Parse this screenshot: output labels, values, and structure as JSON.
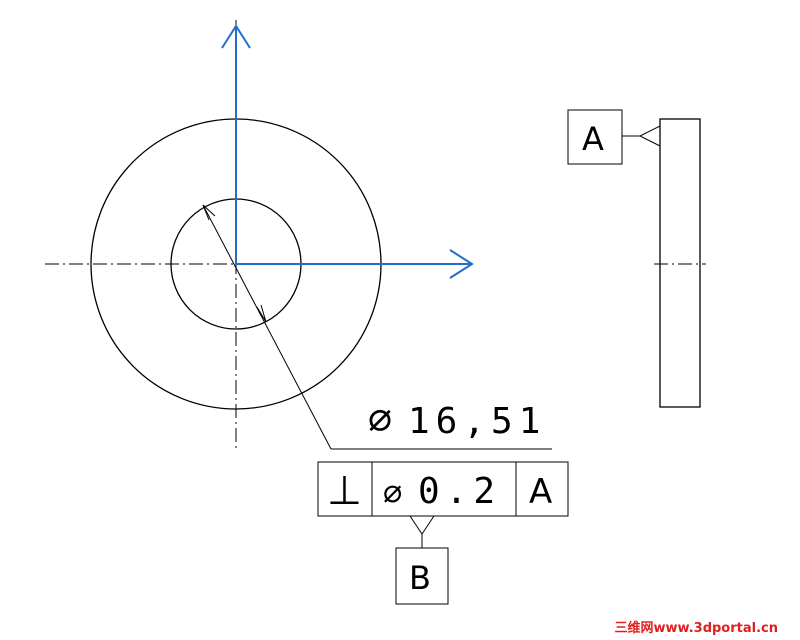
{
  "drawing": {
    "diameter_dimension": {
      "symbol": "⌀",
      "value": "16,51"
    },
    "feature_control_frame": {
      "characteristic_symbol": "⊥",
      "tolerance_symbol": "⌀",
      "tolerance_value": "0.2",
      "datum_reference": "A"
    },
    "datum_labels": {
      "side_view": "A",
      "front_view": "B"
    },
    "watermark": "三维网www.3dportal.cn"
  },
  "colors": {
    "line": "#000000",
    "axis": "#1f6fc8",
    "watermark": "#e02020"
  }
}
